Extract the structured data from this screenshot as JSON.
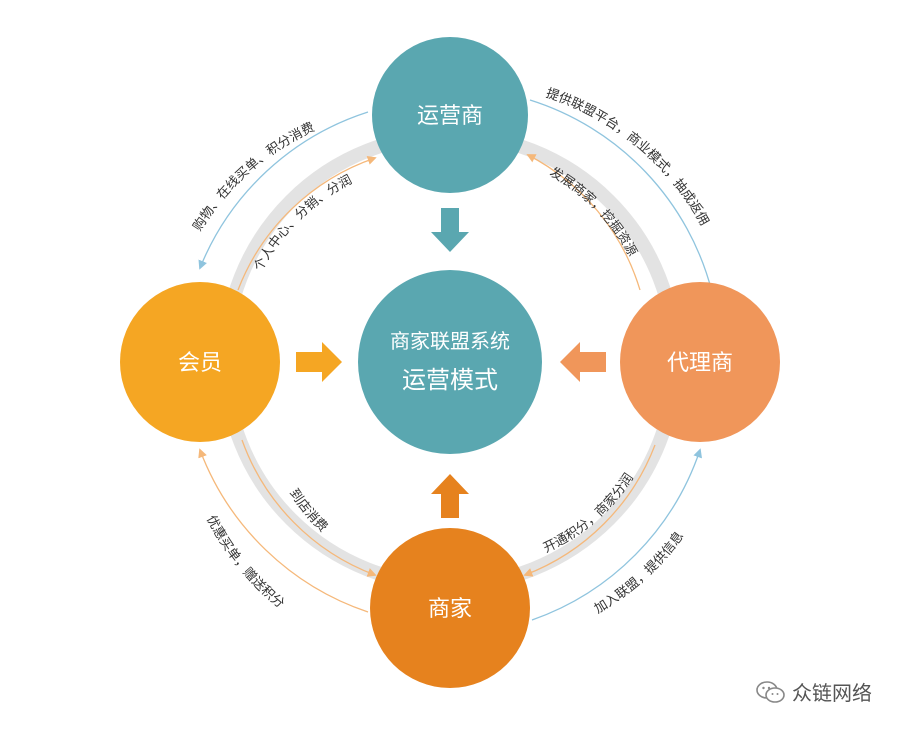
{
  "colors": {
    "teal": "#5aa7b0",
    "yellow": "#f5a623",
    "orange": "#e6821e",
    "light_orange": "#f0965a",
    "ring_gray": "#e3e3e3",
    "blue_line": "#8fc4de",
    "orange_line": "#f5b87a"
  },
  "nodes": {
    "operator": "运营商",
    "member": "会员",
    "agent": "代理商",
    "merchant": "商家"
  },
  "center": {
    "line1": "商家联盟系统",
    "line2": "运营模式"
  },
  "flows": {
    "top_left_outer": "购物、在线买单、积分消费",
    "top_left_inner": "个人中心、分销、分润",
    "top_right_outer": "提供联盟平台，商业模式，抽成返佣",
    "top_right_inner": "发展商家，挖掘资源",
    "bottom_left_outer": "优惠买单，赠送积分",
    "bottom_left_inner": "到店消费",
    "bottom_right_outer": "加入联盟，提供信息",
    "bottom_right_inner": "开通积分，商家分润"
  },
  "watermark": {
    "text": "众链网络",
    "icon": "wechat-icon"
  }
}
